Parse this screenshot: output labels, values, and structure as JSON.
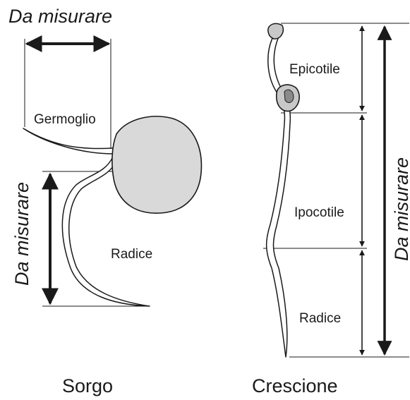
{
  "sorgo": {
    "measure_top": "Da misurare",
    "measure_side": "Da misurare",
    "germoglio": "Germoglio",
    "radice": "Radice",
    "caption": "Sorgo"
  },
  "crescione": {
    "epicotile": "Epicotile",
    "ipocotile": "Ipocotile",
    "radice": "Radice",
    "measure_side": "Da misurare",
    "caption": "Crescione"
  },
  "colors": {
    "ink": "#1a1a1a",
    "seed_fill": "#d9d9d9",
    "leaf_fill": "#c8c8c8"
  }
}
